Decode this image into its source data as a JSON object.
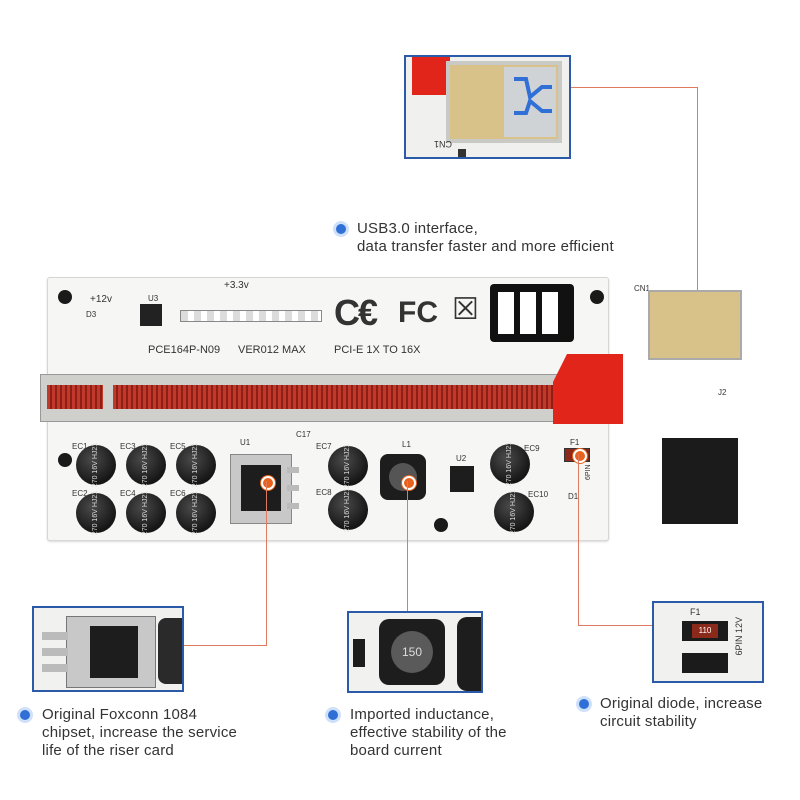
{
  "callouts": {
    "usb": {
      "line1": "USB3.0 interface,",
      "line2": "data transfer faster and more efficient"
    },
    "chipset": {
      "line1": "Original Foxconn 1084",
      "line2": "chipset, increase the service",
      "line3": "life of the riser card"
    },
    "inductance": {
      "line1": "Imported inductance,",
      "line2": "effective stability of the",
      "line3": "board current"
    },
    "diode": {
      "line1": "Original diode, increase",
      "line2": "circuit stability"
    }
  },
  "board": {
    "model": "PCE164P-N09",
    "version": "VER012 MAX",
    "bus": "PCI-E 1X TO 16X",
    "voltage_12": "+12v",
    "voltage_33": "+3.3v",
    "cn1": "CN1",
    "cn1_inset": "CN1",
    "j2": "J2",
    "u1": "U1",
    "u2": "U2",
    "u3": "U3",
    "l1": "L1",
    "f1": "F1",
    "d1": "D1",
    "d3": "D3",
    "c17": "C17",
    "cap_labels": [
      "EC1",
      "EC2",
      "EC3",
      "EC4",
      "EC5",
      "EC6",
      "EC7",
      "EC8",
      "EC9",
      "EC10"
    ],
    "cap_print": "270 16V HJ21",
    "inductor_value": "150",
    "fuse_value": "110",
    "pin_label": "6PIN 12V"
  },
  "colors": {
    "accent_blue": "#2f6fd6",
    "leader_orange": "#e07a5f",
    "slot_red": "#c0392b",
    "inset_border": "#2b5aa8"
  }
}
